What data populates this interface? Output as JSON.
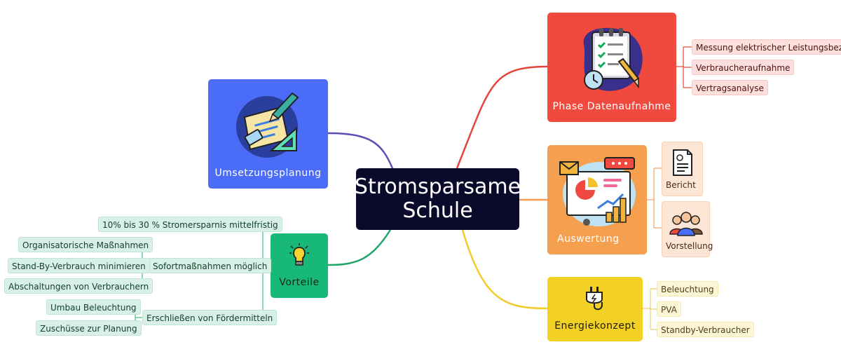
{
  "central": {
    "line1": "Stromsparsame",
    "line2": "Schule"
  },
  "branches": {
    "phase": {
      "label": "Phase Datenaufnahme",
      "color": "#f04a3e",
      "items": [
        "Messung elektrischer Leistungsbezug",
        "Verbraucheraufnahme",
        "Vertragsanalyse"
      ]
    },
    "auswertung": {
      "label": "Auswertung",
      "color": "#f5a04e",
      "items": [
        "Bericht",
        "Vorstellung"
      ]
    },
    "energie": {
      "label": "Energiekonzept",
      "color": "#f3d024",
      "items": [
        "Beleuchtung",
        "PVA",
        "Standby-Verbraucher"
      ]
    },
    "umsetzung": {
      "label": "Umsetzungsplanung",
      "color": "#4a6cf7"
    },
    "vorteile": {
      "label": "Vorteile",
      "color": "#17b878",
      "items": [
        {
          "label": "10% bis  30 % Stromersparnis mittelfristig"
        },
        {
          "label": "Sofortmaßnahmen möglich",
          "children": [
            "Organisatorische Maßnahmen",
            "Stand-By-Verbrauch minimieren",
            "Abschaltungen von Verbrauchern"
          ]
        },
        {
          "label": "Erschließen von Fördermitteln",
          "children": [
            "Umbau Beleuchtung",
            "Zuschüsse zur Planung"
          ]
        }
      ]
    }
  },
  "icons": {
    "phase": "checklist-clipboard-icon",
    "auswertung": "presentation-chart-icon",
    "energie": "power-plug-icon",
    "umsetzung": "planning-tools-icon",
    "vorteile": "lightbulb-icon",
    "bericht": "report-document-icon",
    "vorstellung": "people-group-icon"
  }
}
